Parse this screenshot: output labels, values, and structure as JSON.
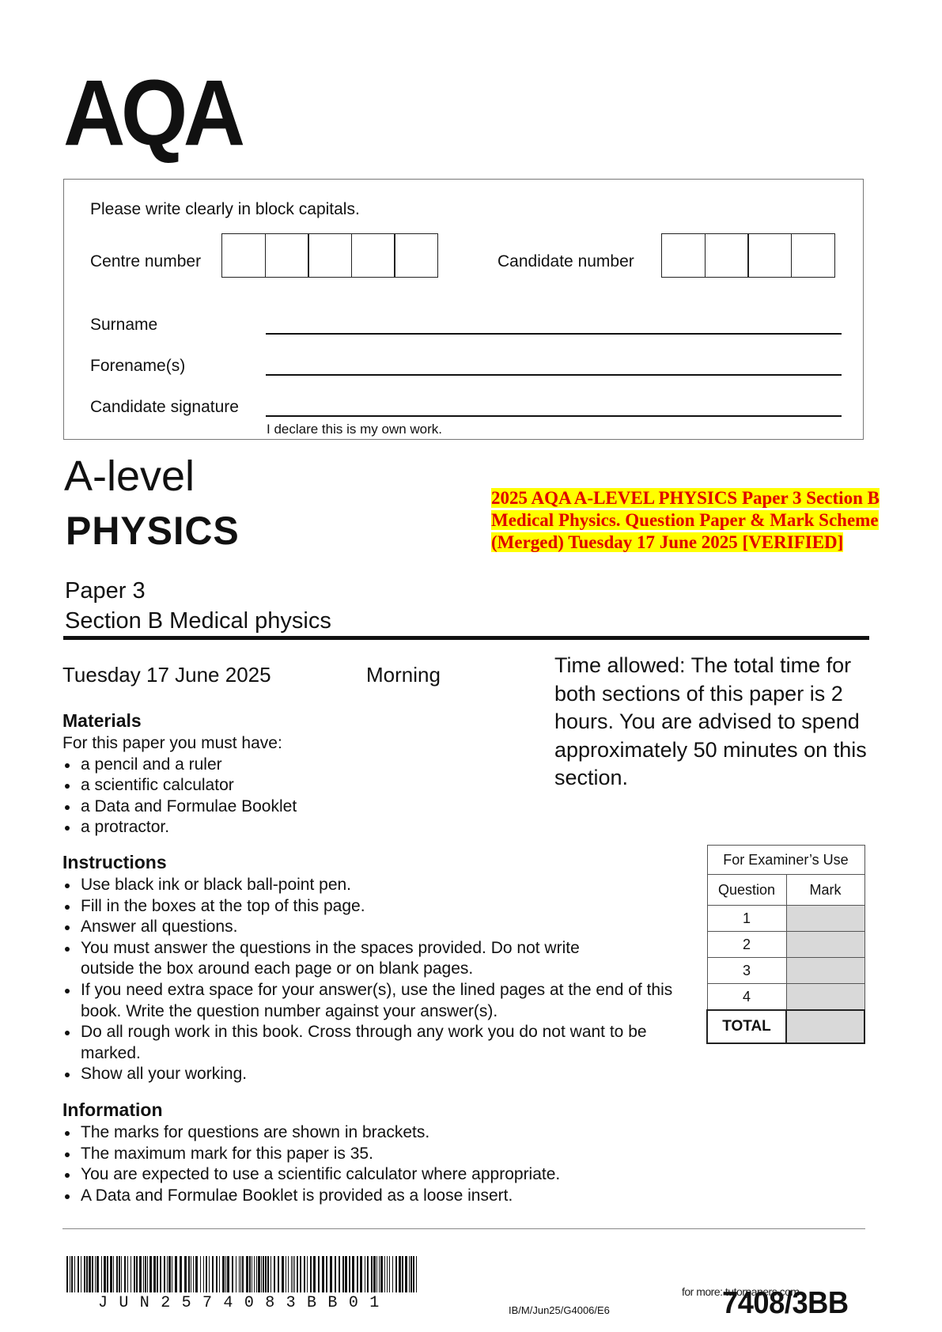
{
  "logo": {
    "text": "AQA"
  },
  "candidate_box": {
    "instruction": "Please write clearly in block capitals.",
    "centre_number_label": "Centre number",
    "candidate_number_label": "Candidate number",
    "surname_label": "Surname",
    "forenames_label": "Forename(s)",
    "signature_label": "Candidate signature",
    "declaration": "I declare this is my own work."
  },
  "qualification": "A-level",
  "subject": "PHYSICS",
  "banner": "2025 AQA A-LEVEL PHYSICS Paper 3 Section B Medical Physics. Question Paper & Mark Scheme (Merged) Tuesday 17 June 2025 [VERIFIED]",
  "paper": {
    "line1": "Paper 3",
    "line2": "Section B  Medical physics"
  },
  "date": "Tuesday 17 June 2025",
  "session": "Morning",
  "time_allowed": "Time allowed: The total time for both sections of this paper is 2 hours.  You are advised to spend approximately 50 minutes on this section.",
  "materials": {
    "heading": "Materials",
    "intro": "For this paper you must have:",
    "items": [
      "a pencil and a ruler",
      "a scientific calculator",
      "a Data and Formulae Booklet",
      "a protractor."
    ]
  },
  "instructions": {
    "heading": "Instructions",
    "items": [
      "Use black ink or black ball-point pen.",
      "Fill in the boxes at the top of this page.",
      "Answer all questions.",
      "You must answer the questions in the spaces provided.  Do not write outside the box around each page or on blank pages.",
      "If you need extra space for your answer(s), use the lined pages at the end of this book.  Write the question number against your answer(s).",
      "Do all rough work in this book.  Cross through any work you do not want to be marked.",
      "Show all your working."
    ]
  },
  "information": {
    "heading": "Information",
    "items": [
      "The marks for questions are shown in brackets.",
      "The maximum mark for this paper is 35.",
      "You are expected to use a scientific calculator where appropriate.",
      "A Data and Formulae Booklet is provided as a loose insert."
    ]
  },
  "examiner_table": {
    "title": "For Examiner’s Use",
    "col_question": "Question",
    "col_mark": "Mark",
    "questions": [
      "1",
      "2",
      "3",
      "4"
    ],
    "total_label": "TOTAL"
  },
  "footer": {
    "barcode_text": "JUN2574083BB01",
    "reference": "IB/M/Jun25/G4006/E6",
    "watermark": "for more: tutorpapers.com",
    "paper_code": "7408/3BB"
  }
}
